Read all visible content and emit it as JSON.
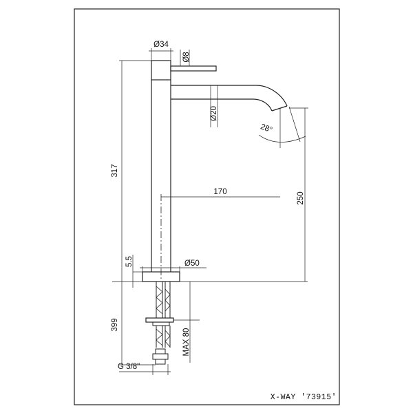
{
  "dimensions": {
    "d34": "Ø34",
    "d8": "Ø8",
    "d20": "Ø20",
    "angle": "28°",
    "h317": "317",
    "w170": "170",
    "h250": "250",
    "t5_5": "5.5",
    "d50": "Ø50",
    "h399": "399",
    "max80": "MAX 80",
    "g38": "G 3/8\""
  },
  "title_block": {
    "title": "X-WAY '73915'"
  }
}
